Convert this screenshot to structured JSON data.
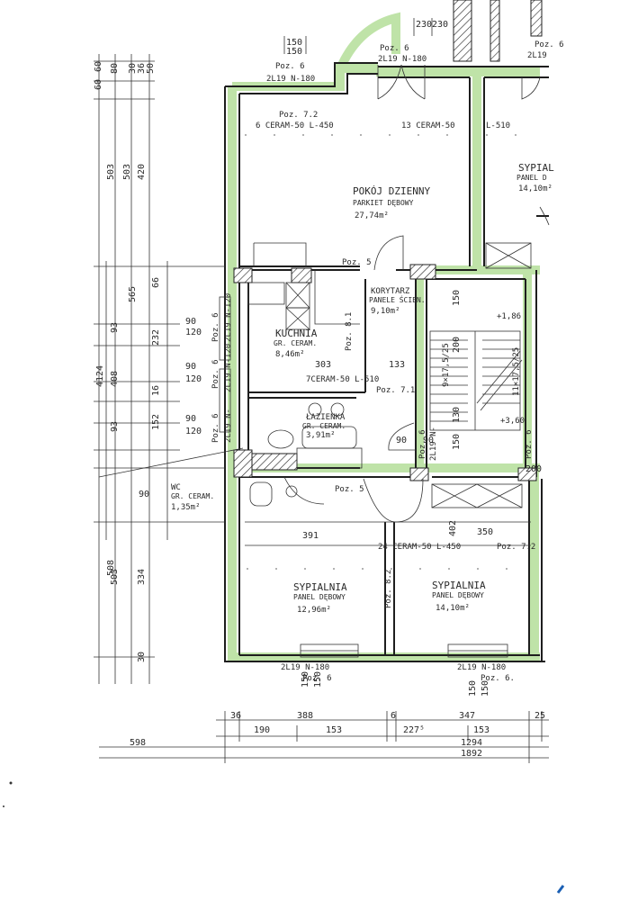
{
  "colors": {
    "wall_highlight": "#bfe3a8",
    "ink": "#2a2a2a",
    "paper": "#ffffff"
  },
  "rooms": {
    "living": {
      "name": "POKÓJ DZIENNY",
      "finish": "PARKIET DĘBOWY",
      "area": "27,74m²"
    },
    "kitchen": {
      "name": "KUCHNIA",
      "finish": "GR. CERAM.",
      "area": "8,46m²"
    },
    "corridor": {
      "name": "KORYTARZ",
      "finish": "PANELE ŚCIEN.",
      "area": "9,10m²"
    },
    "bathroom": {
      "name": "ŁAZIENKA",
      "finish": "GR. CERAM.",
      "area": "3,91m²"
    },
    "wc": {
      "name": "WC",
      "finish": "GR. CERAM.",
      "area": "1,35m²"
    },
    "bedroom1": {
      "name": "SYPIALNIA",
      "finish": "PANEL DĘBOWY",
      "area": "12,96m²"
    },
    "bedroom2": {
      "name": "SYPIALNIA",
      "finish": "PANEL DĘBOWY",
      "area": "14,10m²"
    },
    "bedroom3": {
      "name": "SYPIAL",
      "finish": "PANEL D",
      "area": "14,10m²"
    }
  },
  "labels": {
    "poz6": "Poz. 6",
    "poz6b": "Poz. 6.",
    "poz72": "Poz. 7.2",
    "poz72b": "Poz. 7.2",
    "poz71": "Poz. 7.1",
    "poz5": "Poz. 5",
    "poz81": "Poz. 8.1",
    "poz82": "Poz. 8.2",
    "win_top1": "2L19 N-180",
    "win_top2": "2L19 N-180",
    "win_top3": "2L19",
    "win_left1": "2L19 N-120",
    "win_left2": "2L19 N-120",
    "win_left3": "2L19 N-",
    "win_bot1": "2L19 N-180",
    "win_bot2": "2L19 N-180",
    "win_stair": "2L19 N-",
    "strip_living1": "6 CERAM-50 L-450",
    "strip_living2": "13 CERAM-50",
    "strip_living3": "L-510",
    "strip_corr": "7CERAM-50  L-510",
    "strip_bed": "24 CERAM-50  L-450",
    "stair_level1": "+1,86",
    "stair_level2": "+3,60",
    "stair_run": "9×17,5/25",
    "stair_run2": "11×17,5/25"
  },
  "dims": {
    "left_col1": [
      "60",
      "60",
      "503",
      "508"
    ],
    "left_col2": [
      "80",
      "503",
      "420"
    ],
    "left_col3": [
      "30",
      "36",
      "50"
    ],
    "left_lower1": [
      "4124",
      "408",
      "93",
      "93",
      "503",
      "334",
      "30"
    ],
    "left_lower2": [
      "565",
      "232",
      "16",
      "152",
      "66"
    ],
    "left_lower3": [
      "90",
      "90",
      "90",
      "120",
      "120",
      "120",
      "90",
      "90"
    ],
    "top_window": [
      "150",
      "150"
    ],
    "top_window2": [
      "230",
      "230"
    ],
    "inner": [
      "303",
      "133",
      "391",
      "350",
      "402",
      "150",
      "200",
      "150",
      "130",
      "90",
      "200"
    ],
    "bottom_row1": [
      "36",
      "388",
      "6",
      "347",
      "25"
    ],
    "bottom_row2": [
      "190",
      "153",
      "227⁵",
      "153"
    ],
    "bottom_row3": [
      "598",
      "1294"
    ],
    "bottom_row4": [
      "1892"
    ],
    "win_below": [
      "150",
      "150",
      "150",
      "150"
    ]
  }
}
